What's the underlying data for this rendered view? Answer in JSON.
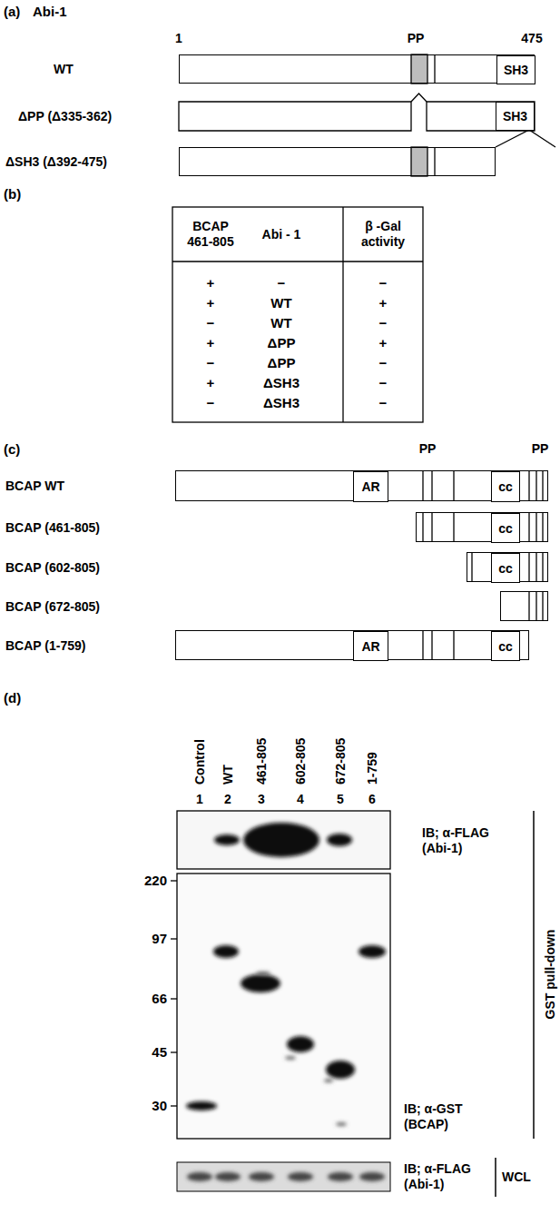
{
  "diagram": {
    "nodes": [
      {
        "text": [
          "WT"
        ]
      },
      {
        "text": [
          "SH3"
        ],
        "in": 0
      },
      {
        "text": [
          "ΔPP (Δ335-362)"
        ]
      },
      {
        "text": [
          "SH3"
        ],
        "in": 2
      },
      {
        "text": [
          "ΔSH3 (Δ392-475)"
        ]
      },
      {
        "text": [
          "BCAP WT"
        ]
      },
      {
        "text": [
          "AR"
        ],
        "in": 5
      },
      {
        "text": [
          "cc"
        ],
        "in": 5
      },
      {
        "text": [
          "BCAP (461-805)"
        ]
      },
      {
        "text": [
          "cc"
        ],
        "in": 8
      },
      {
        "text": [
          "BCAP (602-805)"
        ]
      },
      {
        "text": [
          "cc"
        ],
        "in": 10
      },
      {
        "text": [
          "BCAP (672-805)"
        ]
      },
      {
        "text": [
          "BCAP (1-759)"
        ]
      },
      {
        "text": [
          "AR"
        ],
        "in": 13
      },
      {
        "text": [
          "cc"
        ],
        "in": 13
      }
    ],
    "labels": [
      "(a)",
      "Abi-1",
      "1",
      "PP",
      "475",
      "(b)",
      "BCAP 461-805",
      "Abi - 1",
      "β -Gal activity",
      "+",
      "−",
      "−",
      "+",
      "WT",
      "+",
      "−",
      "WT",
      "−",
      "+",
      "ΔPP",
      "+",
      "−",
      "ΔPP",
      "−",
      "+",
      "ΔSH3",
      "−",
      "−",
      "ΔSH3",
      "−",
      "(c)",
      "PP",
      "PP",
      "(d)",
      "Control",
      "WT",
      "461-805",
      "602-805",
      "672-805",
      "1-759",
      "1",
      "2",
      "3",
      "4",
      "5",
      "6",
      "220",
      "97",
      "66",
      "45",
      "30",
      "IB; α-FLAG (Abi-1)",
      "IB; α-GST (BCAP)",
      "GST pull-down",
      "IB; α-FLAG (Abi-1)",
      "WCL"
    ]
  }
}
